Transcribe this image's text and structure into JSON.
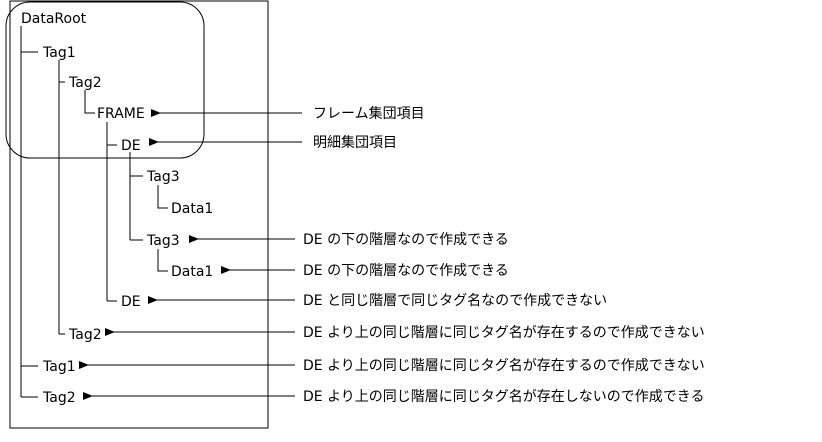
{
  "tree": {
    "nodes": [
      {
        "id": "dataroot",
        "label": "DataRoot"
      },
      {
        "id": "tag1-a",
        "label": "Tag1"
      },
      {
        "id": "tag2-a",
        "label": "Tag2"
      },
      {
        "id": "frame",
        "label": "FRAME"
      },
      {
        "id": "de-1",
        "label": "DE"
      },
      {
        "id": "tag3-a",
        "label": "Tag3"
      },
      {
        "id": "data1-a",
        "label": "Data1"
      },
      {
        "id": "tag3-b",
        "label": "Tag3"
      },
      {
        "id": "data1-b",
        "label": "Data1"
      },
      {
        "id": "de-2",
        "label": "DE"
      },
      {
        "id": "tag2-b",
        "label": "Tag2"
      },
      {
        "id": "tag1-b",
        "label": "Tag1"
      },
      {
        "id": "tag2-c",
        "label": "Tag2"
      }
    ]
  },
  "annotations": [
    {
      "target": "frame",
      "text": "フレーム集団項目"
    },
    {
      "target": "de-1",
      "text": "明細集団項目"
    },
    {
      "target": "tag3-b",
      "text": "DE の下の階層なので作成できる"
    },
    {
      "target": "data1-b",
      "text": "DE の下の階層なので作成できる"
    },
    {
      "target": "de-2",
      "text": "DE と同じ階層で同じタグ名なので作成できない"
    },
    {
      "target": "tag2-b",
      "text": "DE より上の同じ階層に同じタグ名が存在するので作成できない"
    },
    {
      "target": "tag1-b",
      "text": "DE より上の同じ階層に同じタグ名が存在するので作成できない"
    },
    {
      "target": "tag2-c",
      "text": "DE より上の同じ階層に同じタグ名が存在しないので作成できる"
    }
  ]
}
